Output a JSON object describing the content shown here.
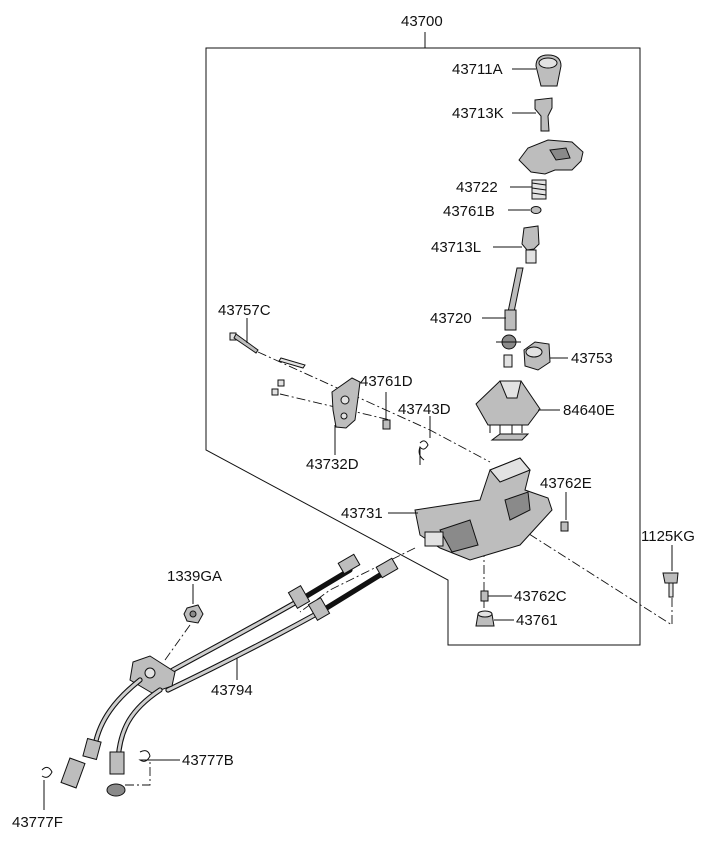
{
  "diagram": {
    "assembly": "43700",
    "parts": [
      {
        "id": "p-43711A",
        "label": "43711A"
      },
      {
        "id": "p-43713K",
        "label": "43713K"
      },
      {
        "id": "p-43722",
        "label": "43722"
      },
      {
        "id": "p-43761B",
        "label": "43761B"
      },
      {
        "id": "p-43713L",
        "label": "43713L"
      },
      {
        "id": "p-43720",
        "label": "43720"
      },
      {
        "id": "p-43753",
        "label": "43753"
      },
      {
        "id": "p-43757C",
        "label": "43757C"
      },
      {
        "id": "p-43761D",
        "label": "43761D"
      },
      {
        "id": "p-43743D",
        "label": "43743D"
      },
      {
        "id": "p-84640E",
        "label": "84640E"
      },
      {
        "id": "p-43732D",
        "label": "43732D"
      },
      {
        "id": "p-43762E",
        "label": "43762E"
      },
      {
        "id": "p-43731",
        "label": "43731"
      },
      {
        "id": "p-1125KG",
        "label": "1125KG"
      },
      {
        "id": "p-1339GA",
        "label": "1339GA"
      },
      {
        "id": "p-43762C",
        "label": "43762C"
      },
      {
        "id": "p-43761",
        "label": "43761"
      },
      {
        "id": "p-43794",
        "label": "43794"
      },
      {
        "id": "p-43777B",
        "label": "43777B"
      },
      {
        "id": "p-43777F",
        "label": "43777F"
      }
    ]
  }
}
